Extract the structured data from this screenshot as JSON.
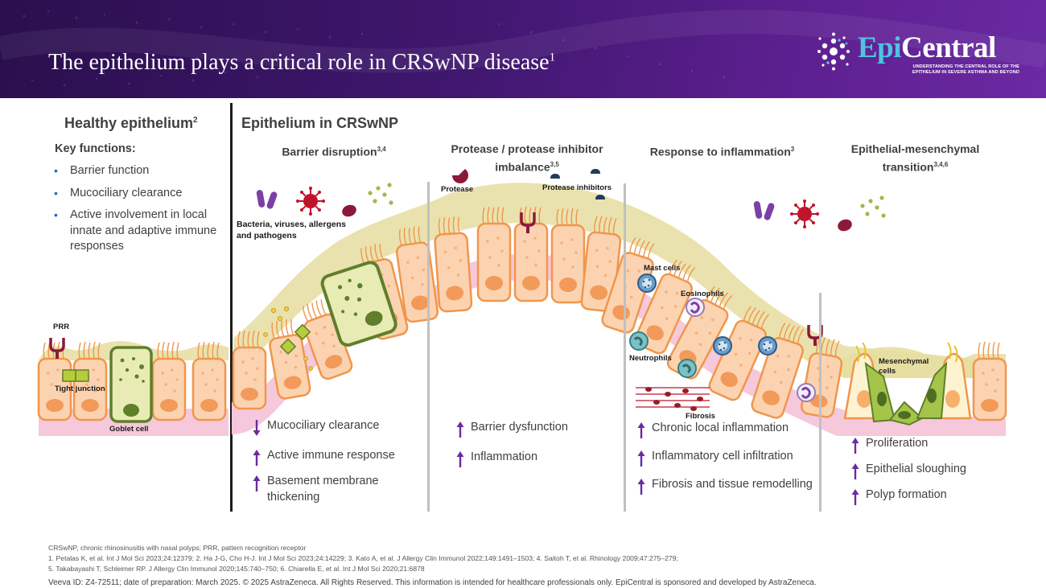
{
  "header": {
    "title": "The epithelium plays a critical role in CRSwNP disease",
    "title_sup": "1",
    "logo_name_prefix": "Epi",
    "logo_name_suffix": "Central",
    "logo_tagline": "UNDERSTANDING THE CENTRAL ROLE OF THE EPITHELIUM IN SEVERE ASTHMA AND BEYOND"
  },
  "healthy": {
    "title": "Healthy epithelium",
    "title_sup": "2",
    "key_functions_label": "Key functions:",
    "functions": [
      "Barrier function",
      "Mucociliary clearance",
      "Active involvement in local innate and adaptive immune responses"
    ],
    "labels": {
      "prr": "PRR",
      "tight_junction": "Tight junction",
      "goblet_cell": "Goblet cell"
    }
  },
  "crswnp": {
    "title": "Epithelium in CRSwNP",
    "columns": [
      {
        "title": "Barrier disruption",
        "sup": "3,4",
        "effects": [
          {
            "dir": "down",
            "text": "Mucociliary clearance"
          },
          {
            "dir": "up",
            "text": "Active immune response"
          },
          {
            "dir": "up",
            "text": "Basement membrane thickening"
          }
        ]
      },
      {
        "title": "Protease / protease inhibitor imbalance",
        "sup": "3,5",
        "effects": [
          {
            "dir": "up",
            "text": "Barrier dysfunction"
          },
          {
            "dir": "up",
            "text": "Inflammation"
          }
        ]
      },
      {
        "title": "Response to inflammation",
        "sup": "3",
        "effects": [
          {
            "dir": "up",
            "text": "Chronic local inflammation"
          },
          {
            "dir": "up",
            "text": "Inflammatory cell infiltration"
          },
          {
            "dir": "up",
            "text": "Fibrosis and tissue remodelling"
          }
        ]
      },
      {
        "title": "Epithelial-mesenchymal transition",
        "sup": "3,4,6",
        "effects": [
          {
            "dir": "up",
            "text": "Proliferation"
          },
          {
            "dir": "up",
            "text": "Epithelial sloughing"
          },
          {
            "dir": "up",
            "text": "Polyp formation"
          }
        ]
      }
    ],
    "labels": {
      "pathogens": "Bacteria, viruses, allergens and pathogens",
      "protease": "Protease",
      "protease_inhibitors": "Protease inhibitors",
      "mast_cells": "Mast cells",
      "eosinophils": "Eosinophils",
      "neutrophils": "Neutrophils",
      "fibrosis": "Fibrosis",
      "mesenchymal_cells": "Mesenchymal cells"
    }
  },
  "footer": {
    "abbrev": "CRSwNP, chronic rhinosinusitis with nasal polyps; PRR, pattern recognition receptor",
    "refs1": "1. Petalas K, et al. Int J Mol Sci 2023;24:12379; 2. Ha J-G, Cho H-J. Int J Mol Sci 2023;24:14229; 3. Kato A, et al. J Allergy Clin Immunol 2022;149:1491–1503; 4. Saitoh T, et al. Rhinology 2009;47:275–279;",
    "refs2": "5. Takabayashi T, Schleimer RP. J Allergy Clin Immunol 2020;145:740–750; 6. Chiarella E, et al. Int J Mol Sci 2020;21:6878",
    "veeva": "Veeva ID: Z4-72511; date of preparation: March 2025. © 2025 AstraZeneca. All Rights Reserved. This information is intended for healthcare professionals only. EpiCentral is sponsored and developed by AstraZeneca."
  },
  "colors": {
    "header": "#40176f",
    "accent": "#4fc3e0",
    "cell_fill": "#fcd3b0",
    "cell_stroke": "#f0964c",
    "nucleus": "#f29a5a",
    "mucus": "#e6dda0",
    "basement": "#f6c8dc",
    "arrow": "#6a2aa3",
    "goblet": "#5f7f2a"
  }
}
